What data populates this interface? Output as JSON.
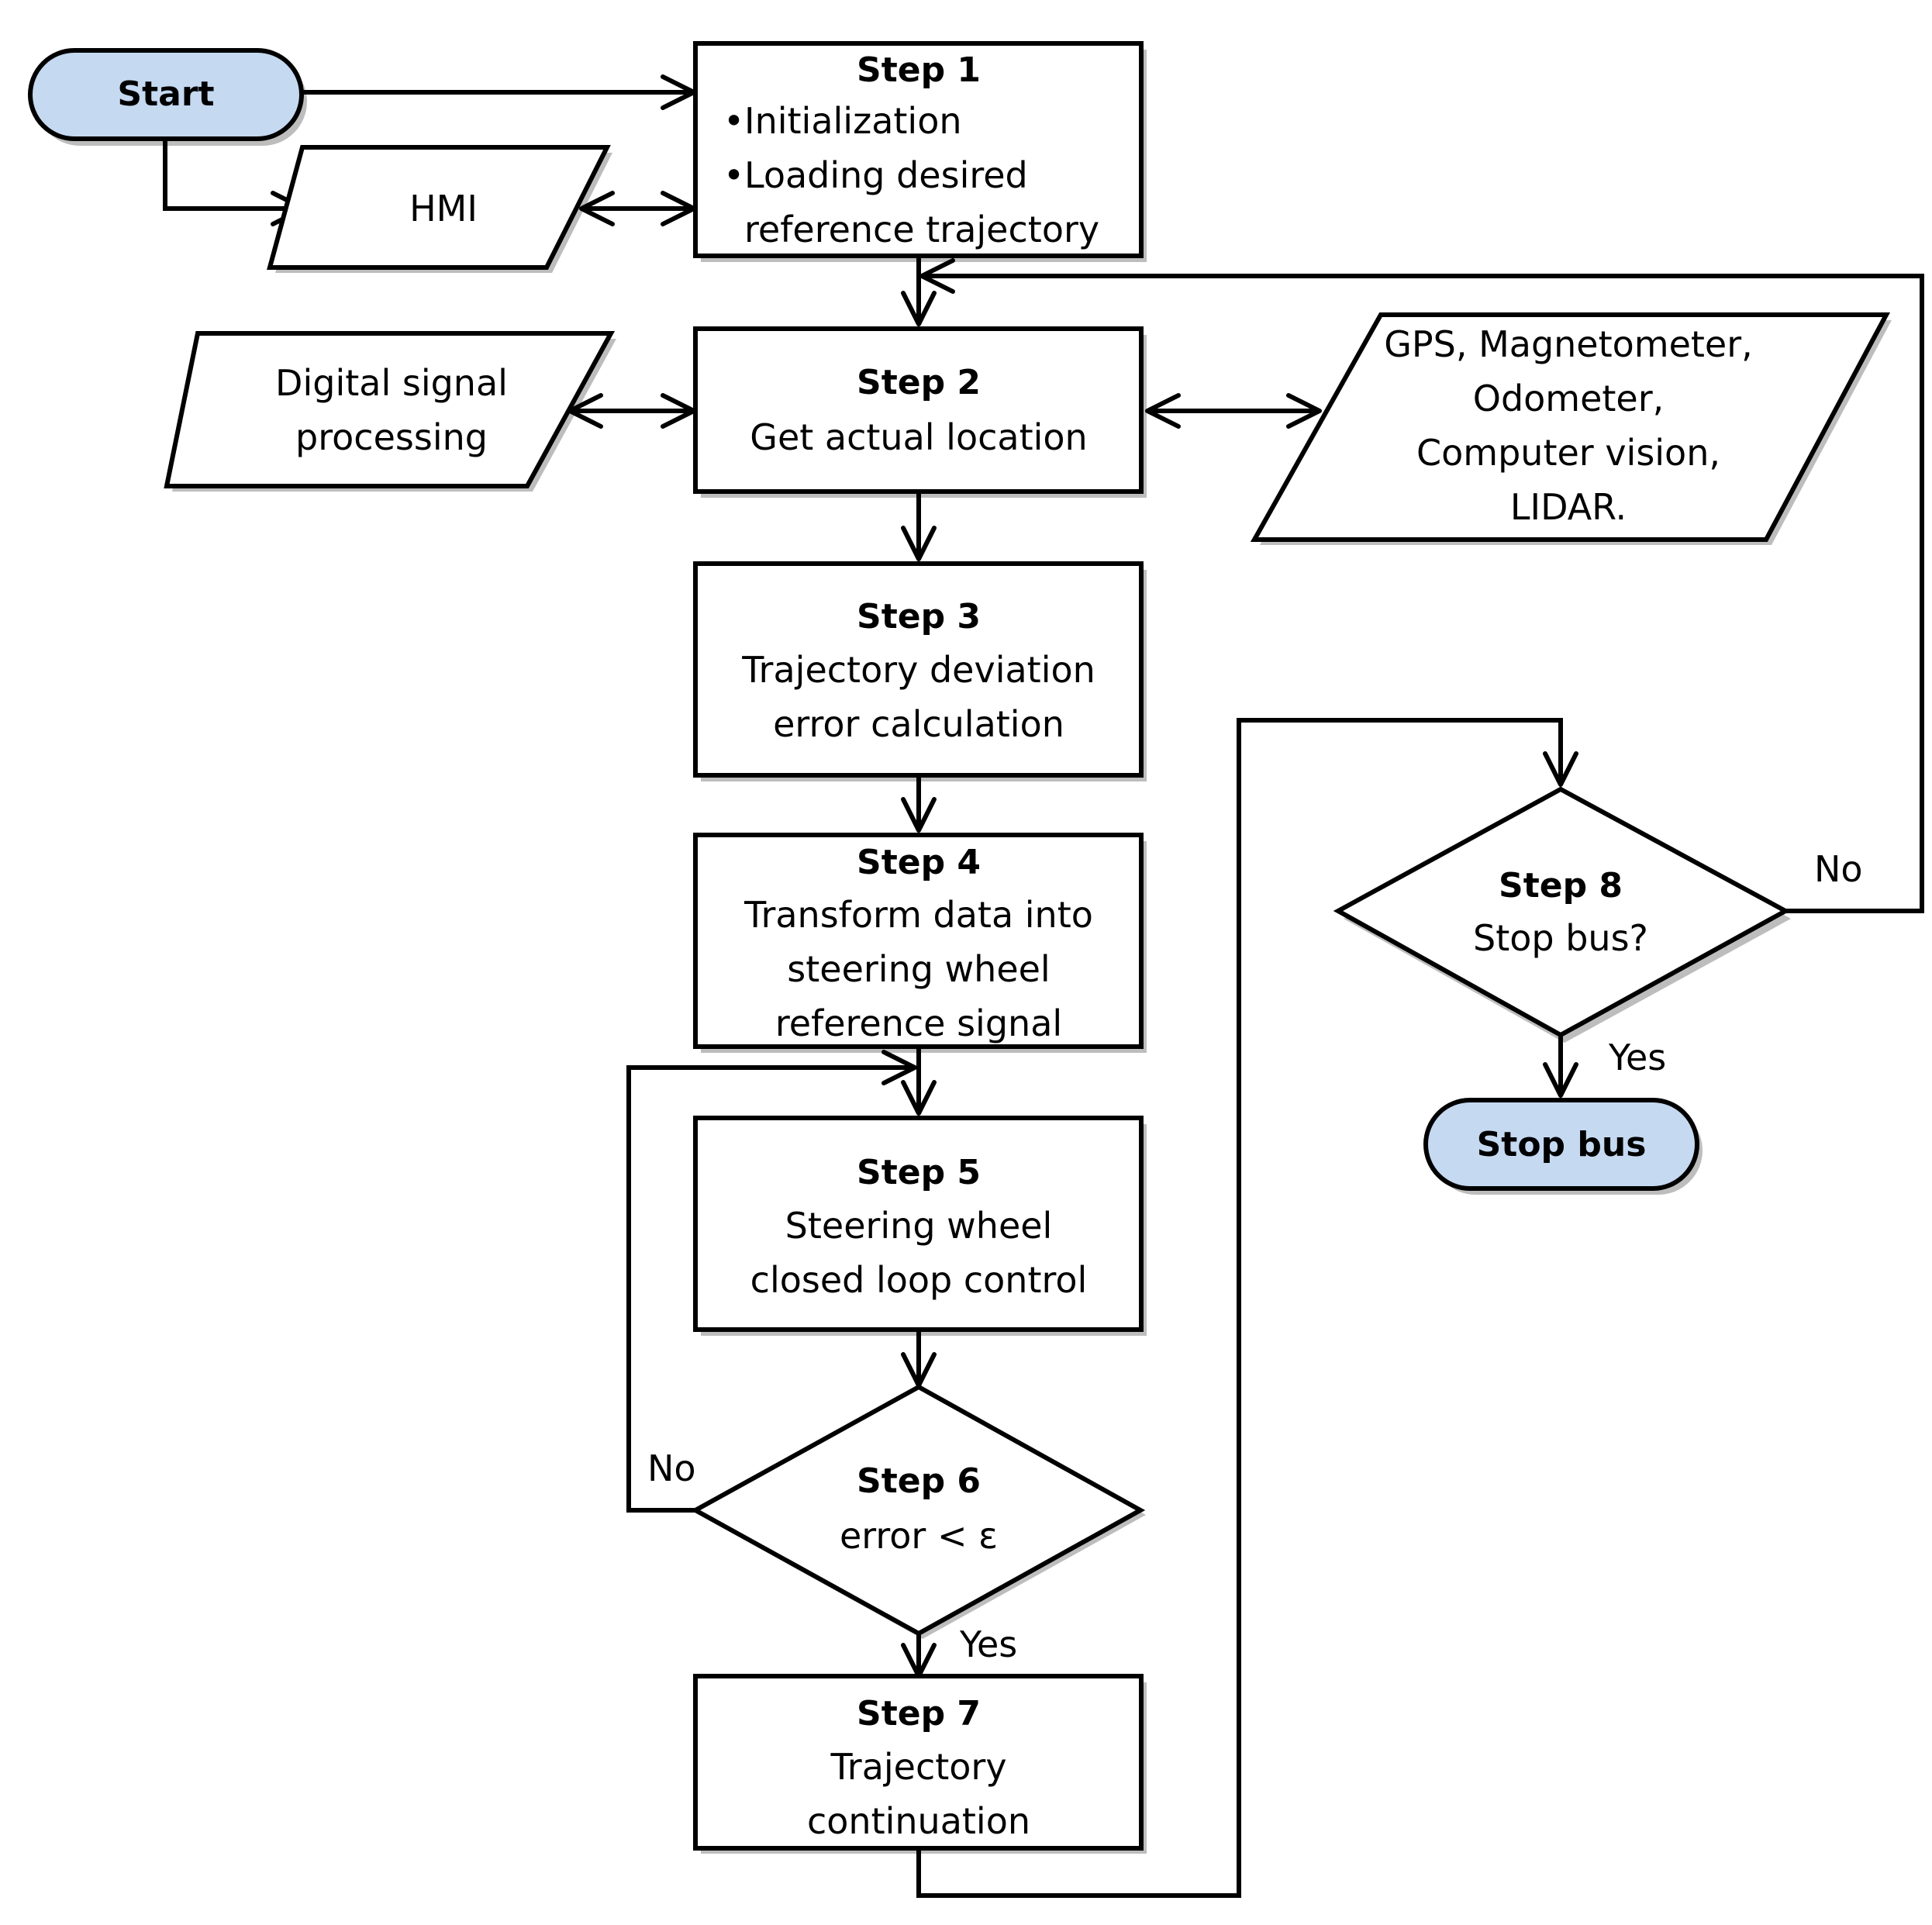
{
  "nodes": {
    "start": {
      "title": "Start"
    },
    "hmi": {
      "lines": [
        "HMI"
      ]
    },
    "step1": {
      "title": "Step 1",
      "bullets": [
        "Initialization",
        "Loading desired",
        "reference trajectory"
      ]
    },
    "dsp": {
      "lines": [
        "Digital signal",
        "processing"
      ]
    },
    "step2": {
      "title": "Step 2",
      "lines": [
        "Get actual location"
      ]
    },
    "sensors": {
      "lines": [
        "GPS, Magnetometer,",
        "Odometer,",
        "Computer vision,",
        "LIDAR."
      ]
    },
    "step3": {
      "title": "Step 3",
      "lines": [
        "Trajectory deviation",
        "error calculation"
      ]
    },
    "step4": {
      "title": "Step 4",
      "lines": [
        "Transform data into",
        "steering wheel",
        "reference signal"
      ]
    },
    "step5": {
      "title": "Step 5",
      "lines": [
        "Steering wheel",
        "closed loop control"
      ]
    },
    "step6": {
      "title": "Step 6",
      "lines": [
        "error < ε"
      ]
    },
    "step7": {
      "title": "Step 7",
      "lines": [
        "Trajectory",
        "continuation"
      ]
    },
    "step8": {
      "title": "Step 8",
      "lines": [
        "Stop bus?"
      ]
    },
    "stop": {
      "title": "Stop bus"
    }
  },
  "edge_labels": {
    "step6_no": "No",
    "step6_yes": "Yes",
    "step8_no": "No",
    "step8_yes": "Yes"
  }
}
